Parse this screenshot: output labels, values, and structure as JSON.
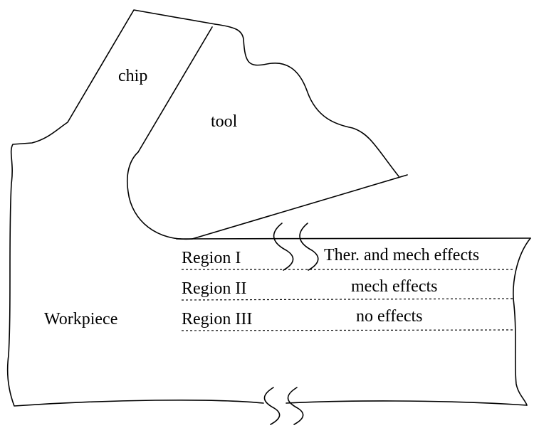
{
  "labels": {
    "chip": "chip",
    "tool": "tool",
    "workpiece": "Workpiece"
  },
  "regions": [
    {
      "name": "Region I",
      "effect": "Ther. and mech effects"
    },
    {
      "name": "Region II",
      "effect": "mech effects"
    },
    {
      "name": "Region III",
      "effect": "no effects"
    }
  ],
  "colors": {
    "line": "#000000",
    "background": "#ffffff"
  }
}
